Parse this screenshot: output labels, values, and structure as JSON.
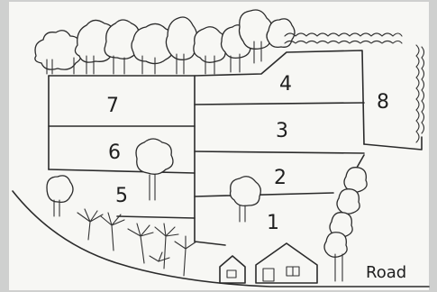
{
  "plots": [
    {
      "label": "1"
    },
    {
      "label": "2"
    },
    {
      "label": "3"
    },
    {
      "label": "4"
    },
    {
      "label": "5"
    },
    {
      "label": "6"
    },
    {
      "label": "7"
    },
    {
      "label": "8"
    }
  ],
  "road_label": "Road",
  "colors": {
    "ink": "#2b2b2b",
    "paper": "#f7f7f4",
    "frame": "#cfd0cf"
  }
}
